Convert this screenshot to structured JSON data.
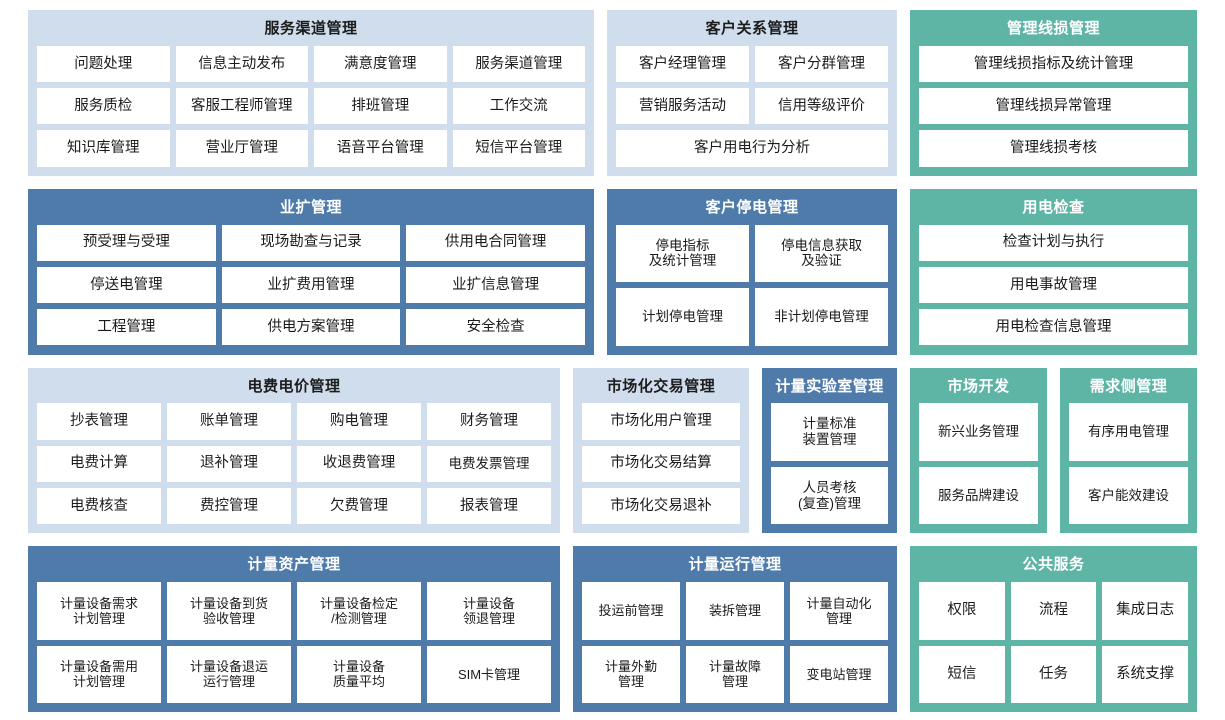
{
  "colors": {
    "light_blue": "#cfdded",
    "blue": "#4f7bab",
    "teal": "#5eb4a5",
    "tile": "#ffffff",
    "page_background": "#ffffff"
  },
  "rows": [
    {
      "row_id": "row-1",
      "panels": [
        {
          "id": "service-channel-management",
          "title": "服务渠道管理",
          "theme": "lightblue",
          "items": [
            "问题处理",
            "信息主动发布",
            "满意度管理",
            "服务渠道管理",
            "服务质检",
            "客服工程师管理",
            "排班管理",
            "工作交流",
            "知识库管理",
            "营业厅管理",
            "语音平台管理",
            "短信平台管理"
          ]
        },
        {
          "id": "customer-relationship-management",
          "title": "客户关系管理",
          "theme": "lightblue",
          "items": [
            "客户经理管理",
            "客户分群管理",
            "营销服务活动",
            "信用等级评价",
            "客户用电行为分析"
          ]
        },
        {
          "id": "management-line-loss",
          "title": "管理线损管理",
          "theme": "teal",
          "items": [
            "管理线损指标及统计管理",
            "管理线损异常管理",
            "管理线损考核"
          ]
        }
      ]
    },
    {
      "row_id": "row-2",
      "panels": [
        {
          "id": "business-expansion-management",
          "title": "业扩管理",
          "theme": "blue",
          "items": [
            "预受理与受理",
            "现场勘查与记录",
            "供用电合同管理",
            "停送电管理",
            "业扩费用管理",
            "业扩信息管理",
            "工程管理",
            "供电方案管理",
            "安全检查"
          ]
        },
        {
          "id": "customer-outage-management",
          "title": "客户停电管理",
          "theme": "blue",
          "items": [
            "停电指标\n及统计管理",
            "停电信息获取\n及验证",
            "计划停电管理",
            "非计划停电管理"
          ]
        },
        {
          "id": "electricity-usage-inspection",
          "title": "用电检查",
          "theme": "teal",
          "items": [
            "检查计划与执行",
            "用电事故管理",
            "用电检查信息管理"
          ]
        }
      ]
    },
    {
      "row_id": "row-3",
      "panels": [
        {
          "id": "electricity-fee-price-management",
          "title": "电费电价管理",
          "theme": "lightblue",
          "items": [
            "抄表管理",
            "账单管理",
            "购电管理",
            "财务管理",
            "电费计算",
            "退补管理",
            "收退费管理",
            "电费发票管理",
            "电费核查",
            "费控管理",
            "欠费管理",
            "报表管理"
          ]
        },
        {
          "id": "market-transaction-management",
          "title": "市场化交易管理",
          "theme": "lightblue",
          "items": [
            "市场化用户管理",
            "市场化交易结算",
            "市场化交易退补"
          ]
        },
        {
          "id": "metering-laboratory-management",
          "title": "计量实验室管理",
          "theme": "blue",
          "items": [
            "计量标准\n装置管理",
            "人员考核\n(复查)管理"
          ]
        },
        {
          "id": "market-development",
          "title": "市场开发",
          "theme": "teal",
          "items": [
            "新兴业务管理",
            "服务品牌建设"
          ]
        },
        {
          "id": "demand-side-management",
          "title": "需求侧管理",
          "theme": "teal",
          "items": [
            "有序用电管理",
            "客户能效建设"
          ]
        }
      ]
    },
    {
      "row_id": "row-4",
      "panels": [
        {
          "id": "metering-asset-management",
          "title": "计量资产管理",
          "theme": "blue",
          "items": [
            "计量设备需求\n计划管理",
            "计量设备到货\n验收管理",
            "计量设备检定\n/检测管理",
            "计量设备\n领退管理",
            "计量设备需用\n计划管理",
            "计量设备退运\n运行管理",
            "计量设备\n质量平均",
            "SIM卡管理"
          ]
        },
        {
          "id": "metering-operation-management",
          "title": "计量运行管理",
          "theme": "blue",
          "items": [
            "投运前管理",
            "装拆管理",
            "计量自动化\n管理",
            "计量外勤\n管理",
            "计量故障\n管理",
            "变电站管理"
          ]
        },
        {
          "id": "public-services",
          "title": "公共服务",
          "theme": "teal",
          "items": [
            "权限",
            "流程",
            "集成日志",
            "短信",
            "任务",
            "系统支撑"
          ]
        }
      ]
    }
  ]
}
